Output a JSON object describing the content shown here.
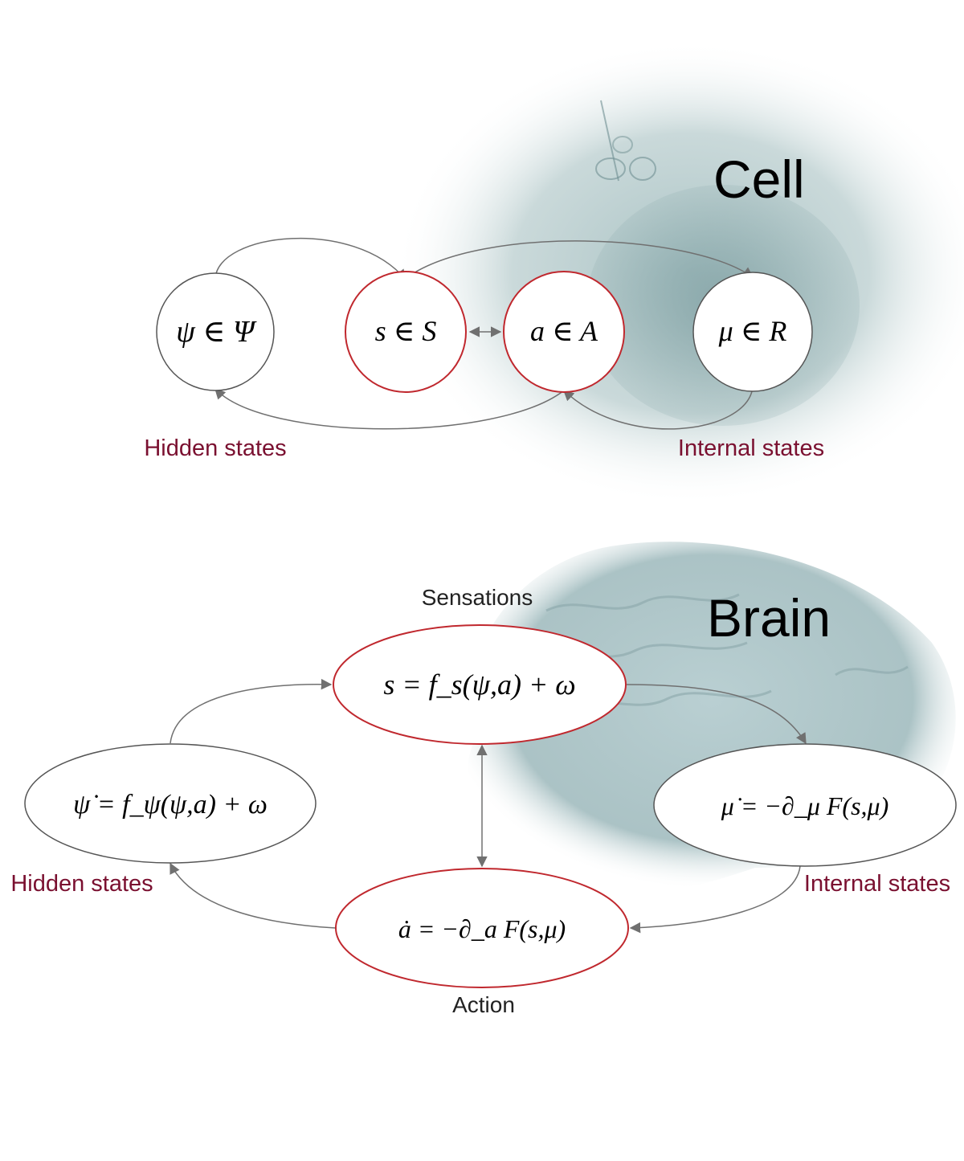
{
  "cell": {
    "title": "Cell",
    "nodes": {
      "hidden": "ψ ∈ Ψ",
      "sensory": "s ∈ S",
      "active": "a ∈ A",
      "internal": "μ ∈ R"
    },
    "labels": {
      "hidden": "Hidden states",
      "internal": "Internal states"
    }
  },
  "brain": {
    "title": "Brain",
    "nodes": {
      "hidden": "ψ̇ = f_ψ(ψ,a) + ω",
      "sensory": "s = f_s(ψ,a) + ω",
      "internal": "μ̇ = −∂_μ F(s,μ)",
      "active": "ȧ = −∂_a F(s,μ)"
    },
    "labels": {
      "sensations": "Sensations",
      "action": "Action",
      "hidden": "Hidden states",
      "internal": "Internal states"
    }
  },
  "colors": {
    "blanket_stroke": "#c0282e",
    "node_stroke": "#555555",
    "arrow": "#707070",
    "state_label": "#7a1030",
    "tint": "#8fb0b3"
  },
  "icons": [
    "cell-image",
    "brain-image"
  ]
}
